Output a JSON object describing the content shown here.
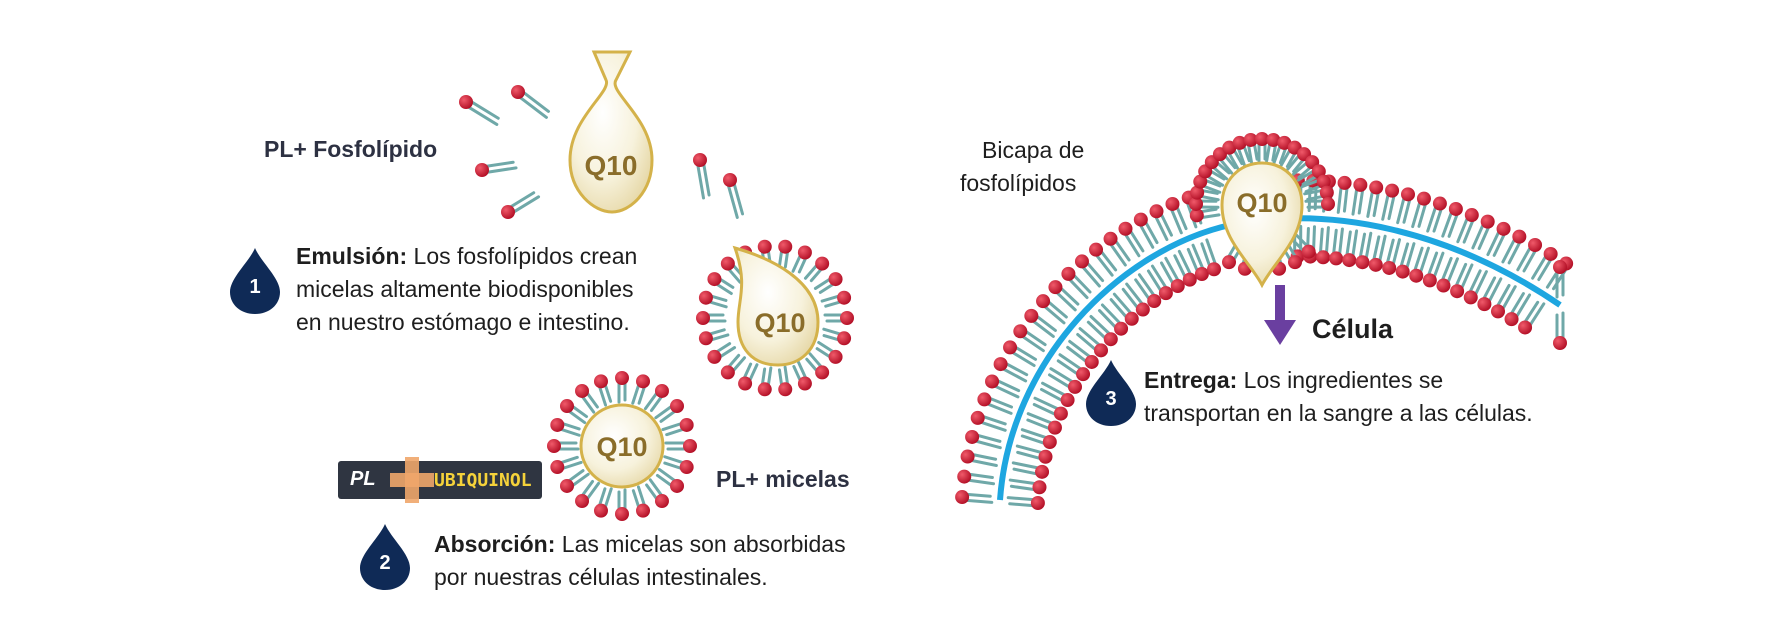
{
  "labels": {
    "pl_fosfolipido": "PL+ Fosfolípido",
    "pl_micelas": "PL+ micelas",
    "bicapa_line1": "Bicapa de",
    "bicapa_line2": "fosfolípidos",
    "celula": "Célula",
    "q10": "Q10"
  },
  "badge": {
    "left": "PL",
    "right": "UBIQUINOL"
  },
  "steps": [
    {
      "number": "1",
      "title": "Emulsión:",
      "line1_rest": " Los fosfolípidos crean",
      "line2": "micelas altamente biodisponibles",
      "line3": "en nuestro estómago e intestino."
    },
    {
      "number": "2",
      "title": "Absorción:",
      "line1_rest": " Las micelas son absorbidas",
      "line2": "por nuestras células intestinales."
    },
    {
      "number": "3",
      "title": "Entrega:",
      "line1_rest": " Los ingredientes se",
      "line2": "transportan en la sangre a las células."
    }
  ],
  "colors": {
    "drop_navy": "#0f2a56",
    "head_red": "#c4132b",
    "tail_teal": "#6fa8a8",
    "membrane_blue": "#1ea6e0",
    "arrow_purple": "#6a3fa0",
    "capsule_gold": "#d4b24a"
  },
  "icons": [
    "water-drop-icon",
    "down-arrow-icon",
    "plus-icon"
  ]
}
